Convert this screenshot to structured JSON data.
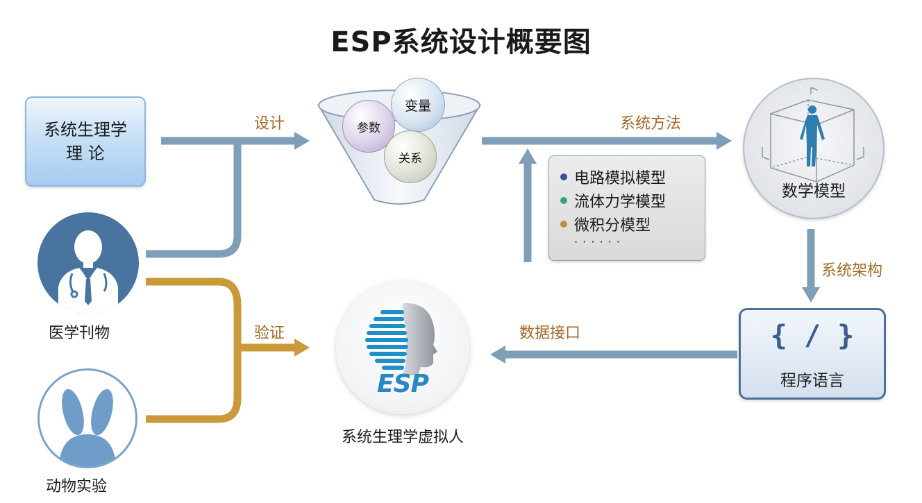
{
  "title": "ESP系统设计概要图",
  "theory": {
    "line1": "系统生理学",
    "line2": "理 论"
  },
  "sources": {
    "journal": "医学刊物",
    "animal": "动物实验"
  },
  "arrows": {
    "design": "设计",
    "verify": "验证",
    "system_method": "系统方法",
    "system_arch": "系统架构",
    "data_interface": "数据接口"
  },
  "funnel": {
    "balls": {
      "variable": "变量",
      "parameter": "参数",
      "relation": "关系"
    }
  },
  "legend": {
    "items": [
      {
        "label": "电路模拟模型",
        "color": "#3e4f9a"
      },
      {
        "label": "流体力学模型",
        "color": "#3a9f86"
      },
      {
        "label": "微积分模型",
        "color": "#b4953e"
      }
    ],
    "more": "· · · · · ·"
  },
  "math_model": {
    "label": "数学模型"
  },
  "program": {
    "symbol": "{ / }",
    "label": "程序语言"
  },
  "esp": {
    "logo": "ESP",
    "label": "系统生理学虚拟人"
  },
  "colors": {
    "flow_blue": "#7f9fb8",
    "flow_gold": "#c9993a",
    "label_brown": "#a06a2a",
    "icon_blue": "#4a74a0"
  }
}
